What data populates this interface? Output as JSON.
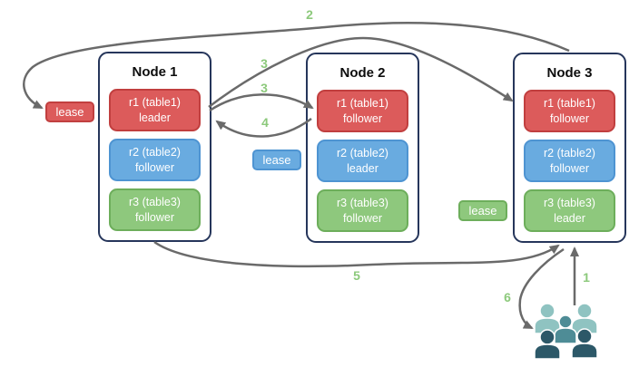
{
  "nodes": [
    {
      "title": "Node 1",
      "replicas": [
        {
          "line1": "r1 (table1)",
          "line2": "leader"
        },
        {
          "line1": "r2 (table2)",
          "line2": "follower"
        },
        {
          "line1": "r3 (table3)",
          "line2": "follower"
        }
      ]
    },
    {
      "title": "Node 2",
      "replicas": [
        {
          "line1": "r1 (table1)",
          "line2": "follower"
        },
        {
          "line1": "r2 (table2)",
          "line2": "leader"
        },
        {
          "line1": "r3 (table3)",
          "line2": "follower"
        }
      ]
    },
    {
      "title": "Node 3",
      "replicas": [
        {
          "line1": "r1 (table1)",
          "line2": "follower"
        },
        {
          "line1": "r2 (table2)",
          "line2": "follower"
        },
        {
          "line1": "r3 (table3)",
          "line2": "leader"
        }
      ]
    }
  ],
  "leases": [
    {
      "label": "lease",
      "color": "#DC5B5B"
    },
    {
      "label": "lease",
      "color": "#69ABE0"
    },
    {
      "label": "lease",
      "color": "#8EC87D"
    }
  ],
  "steps": [
    {
      "name": "step-2",
      "label": "2"
    },
    {
      "name": "step-3-upper",
      "label": "3"
    },
    {
      "name": "step-3-lower",
      "label": "3"
    },
    {
      "name": "step-4",
      "label": "4"
    },
    {
      "name": "step-5",
      "label": "5"
    },
    {
      "name": "step-1",
      "label": "1"
    },
    {
      "name": "step-6",
      "label": "6"
    }
  ],
  "users": {
    "icon": "users-group-icon",
    "colors": {
      "light": "#8FC3C1",
      "medium": "#4E8C96",
      "dark": "#2C5868"
    }
  },
  "colors": {
    "replica_red": "#DC5B5B",
    "replica_red_border": "#C13F3F",
    "replica_blue": "#69ABE0",
    "replica_blue_border": "#4E94D2",
    "replica_green": "#8EC87D",
    "replica_green_border": "#6DAE5B",
    "node_border": "#26365B",
    "arrow": "#6A6A6A",
    "step_label": "#8CC97B"
  }
}
